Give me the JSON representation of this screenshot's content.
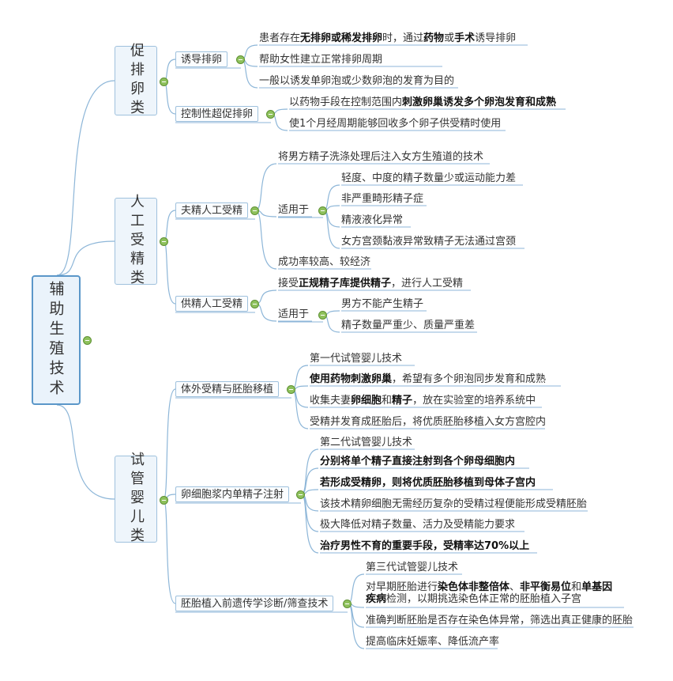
{
  "root": {
    "title": "辅助生殖技术"
  },
  "categories": [
    {
      "label": "促排卵类",
      "subs": [
        {
          "label": "诱导排卵",
          "leaves": [
            [
              "患者存在",
              {
                "b": "无排卵或稀发排卵"
              },
              "时，通过",
              {
                "b": "药物"
              },
              "或",
              {
                "b": "手术"
              },
              "诱导排卵"
            ],
            [
              "帮助女性建立正常排卵周期"
            ],
            [
              "一般以诱发单卵泡或少数卵泡的发育为目的"
            ]
          ]
        },
        {
          "label": "控制性超促排卵",
          "leaves": [
            [
              "以药物手段在控制范围内",
              {
                "b": "刺激卵巢诱发多个卵泡发育和成熟"
              }
            ],
            [
              "使1个月经周期能够回收多个卵子供受精时使用"
            ]
          ]
        }
      ]
    },
    {
      "label": "人工受精类",
      "subs": [
        {
          "label": "夫精人工受精",
          "leaves": [
            [
              "将男方精子洗涤处理后注入女方生殖道的技术"
            ],
            [
              "成功率较高、较经济"
            ]
          ],
          "group": {
            "label": "适用于",
            "leaves": [
              [
                "轻度、中度的精子数量少或运动能力差"
              ],
              [
                "非严重畸形精子症"
              ],
              [
                "精液液化异常"
              ],
              [
                "女方宫颈黏液异常致精子无法通过宫颈"
              ]
            ]
          }
        },
        {
          "label": "供精人工受精",
          "leaves": [
            [
              "接受",
              {
                "b": "正规精子库提供精子"
              },
              "，进行人工受精"
            ]
          ],
          "group": {
            "label": "适用于",
            "leaves": [
              [
                "男方不能产生精子"
              ],
              [
                "精子数量严重少、质量严重差"
              ]
            ]
          }
        }
      ]
    },
    {
      "label": "试管婴儿类",
      "subs": [
        {
          "label": "体外受精与胚胎移植",
          "leaves": [
            [
              "第一代试管婴儿技术"
            ],
            [
              {
                "b": "使用药物刺激卵巢"
              },
              "，希望有多个卵泡同步发育和成熟"
            ],
            [
              "收集夫妻",
              {
                "b": "卵细胞"
              },
              "和",
              {
                "b": "精子"
              },
              "，放在实验室的培养系统中"
            ],
            [
              "受精并发育成胚胎后，将优质胚胎移植入女方宫腔内"
            ]
          ]
        },
        {
          "label": "卵细胞浆内单精子注射",
          "leaves": [
            [
              "第二代试管婴儿技术"
            ],
            [
              {
                "b": "分别将单个精子直接注射到各个卵母细胞内"
              }
            ],
            [
              {
                "b": "若形成受精卵，则将优质胚胎移植到母体子宫内"
              }
            ],
            [
              "该技术精卵细胞无需经历复杂的受精过程便能形成受精胚胎"
            ],
            [
              "极大降低对精子数量、活力及受精能力要求"
            ],
            [
              {
                "b": "治疗男性不育的重要手段，受精率达70%以上"
              }
            ]
          ]
        },
        {
          "label": "胚胎植入前遗传学诊断/筛查技术",
          "leaves": [
            [
              "第三代试管婴儿技术"
            ],
            [
              "对早期胚胎进行",
              {
                "b": "染色体非整倍体"
              },
              "、",
              {
                "b": "非平衡易位"
              },
              "和",
              {
                "b": "单基因疾病"
              },
              "检测，以期挑选染色体正常的胚胎植入子宫"
            ],
            [
              "准确判断胚胎是否存在染色体异常，筛选出真正健康的胚胎"
            ],
            [
              "提高临床妊娠率、降低流产率"
            ]
          ]
        }
      ]
    }
  ]
}
